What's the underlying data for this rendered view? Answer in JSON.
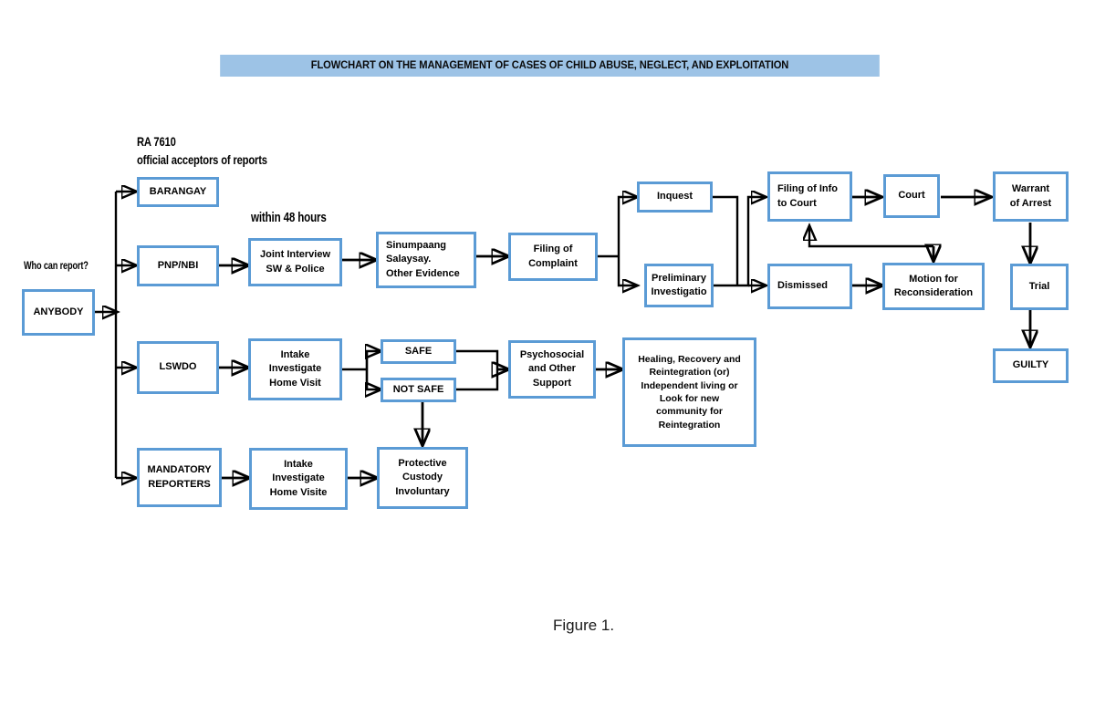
{
  "banner": {
    "title": "FLOWCHART ON THE MANAGEMENT OF CASES OF CHILD ABUSE, NEGLECT, AND EXPLOITATION"
  },
  "labels": {
    "who_can_report": "Who can report?",
    "ra_line1": "RA 7610",
    "ra_line2": "official acceptors of reports",
    "within_48_hours": "within 48 hours"
  },
  "caption": "Figure 1.",
  "colors": {
    "banner_fill": "#9dc3e6",
    "box_border": "#5b9bd5",
    "box_fill": "#ffffff",
    "connector": "#000000",
    "text": "#000000"
  },
  "nodes": {
    "anybody": {
      "label": "ANYBODY"
    },
    "barangay": {
      "label": "BARANGAY"
    },
    "pnp_nbi": {
      "label": "PNP/NBI"
    },
    "lswdo": {
      "label": "LSWDO"
    },
    "mandatory_reporters": {
      "line1": "MANDATORY",
      "line2": "REPORTERS"
    },
    "joint_interview": {
      "line1": "Joint Interview",
      "line2": "SW & Police"
    },
    "sinumpaang": {
      "line1": "Sinumpaang",
      "line2": "Salaysay.",
      "line3": "Other Evidence"
    },
    "filing_complaint": {
      "line1": "Filing of",
      "line2": "Complaint"
    },
    "inquest": {
      "label": "Inquest"
    },
    "preliminary": {
      "line1": "Preliminary",
      "line2": "Investigatio"
    },
    "filing_info_court": {
      "line1": "Filing of Info",
      "line2": "to Court"
    },
    "court": {
      "label": "Court"
    },
    "warrant": {
      "line1": "Warrant",
      "line2": "of Arrest"
    },
    "dismissed": {
      "label": "Dismissed"
    },
    "motion_reconsideration": {
      "line1": "Motion for",
      "line2": "Reconsideration"
    },
    "trial": {
      "label": "Trial"
    },
    "guilty": {
      "label": "GUILTY"
    },
    "intake_lswdo": {
      "line1": "Intake",
      "line2": "Investigate",
      "line3": "Home Visit"
    },
    "safe": {
      "label": "SAFE"
    },
    "not_safe": {
      "label": "NOT SAFE"
    },
    "psychosocial": {
      "line1": "Psychosocial",
      "line2": "and Other",
      "line3": "Support"
    },
    "healing": {
      "line1": "Healing, Recovery and",
      "line2": "Reintegration (or)",
      "line3": "Independent living or",
      "line4": "Look for new",
      "line5": "community for",
      "line6": "Reintegration"
    },
    "intake_mandatory": {
      "line1": "Intake",
      "line2": "Investigate",
      "line3": "Home Visite"
    },
    "protective_custody": {
      "line1": "Protective",
      "line2": "Custody",
      "line3": "Involuntary"
    }
  }
}
